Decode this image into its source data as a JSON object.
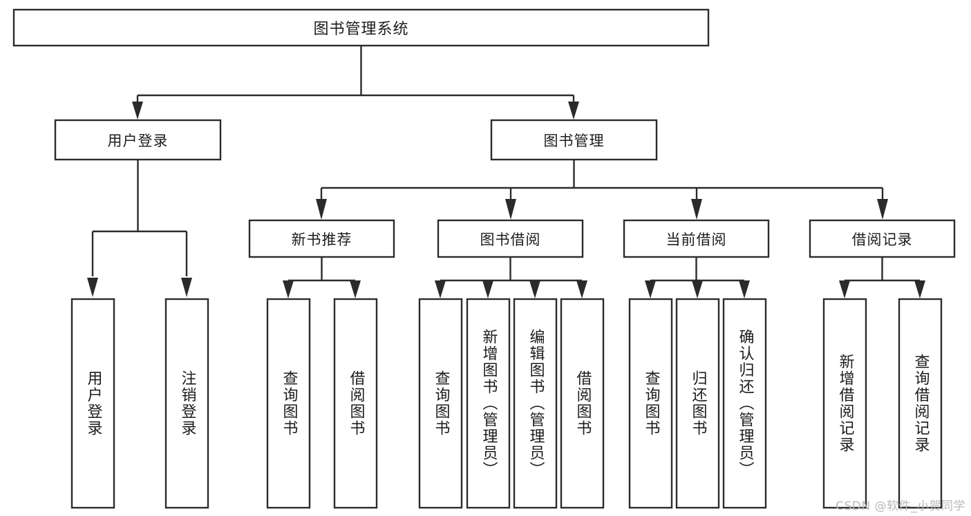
{
  "diagram": {
    "type": "tree-hierarchy",
    "title": "图书管理系统",
    "orientation": "top-down",
    "root": {
      "id": "root",
      "label": "图书管理系统"
    },
    "level2": [
      {
        "id": "user-login",
        "label": "用户登录"
      },
      {
        "id": "book-manage",
        "label": "图书管理"
      }
    ],
    "level3": [
      {
        "id": "new-book-recommend",
        "label": "新书推荐",
        "parent": "book-manage"
      },
      {
        "id": "book-borrow",
        "label": "图书借阅",
        "parent": "book-manage"
      },
      {
        "id": "current-borrow",
        "label": "当前借阅",
        "parent": "book-manage"
      },
      {
        "id": "borrow-record",
        "label": "借阅记录",
        "parent": "book-manage"
      }
    ],
    "leaves": {
      "user-login": [
        {
          "id": "leaf-user-login",
          "label": "用户登录"
        },
        {
          "id": "leaf-user-logout",
          "label": "注销登录"
        }
      ],
      "new-book-recommend": [
        {
          "id": "leaf-query-book-1",
          "label": "查询图书"
        },
        {
          "id": "leaf-borrow-book-1",
          "label": "借阅图书"
        }
      ],
      "book-borrow": [
        {
          "id": "leaf-query-book-2",
          "label": "查询图书"
        },
        {
          "id": "leaf-add-book",
          "label": "新增图书（管理员）"
        },
        {
          "id": "leaf-edit-book",
          "label": "编辑图书（管理员）"
        },
        {
          "id": "leaf-borrow-book-2",
          "label": "借阅图书"
        }
      ],
      "current-borrow": [
        {
          "id": "leaf-query-book-3",
          "label": "查询图书"
        },
        {
          "id": "leaf-return-book",
          "label": "归还图书"
        },
        {
          "id": "leaf-confirm-return",
          "label": "确认归还（管理员）"
        }
      ],
      "borrow-record": [
        {
          "id": "leaf-add-borrow-record",
          "label": "新增借阅记录"
        },
        {
          "id": "leaf-query-borrow-record",
          "label": "查询借阅记录"
        }
      ]
    },
    "colors": {
      "stroke": "#2b2b2b",
      "fill": "#ffffff",
      "text": "#1c1c1c",
      "watermark": "#b9b9b9",
      "background": "#ffffff"
    }
  },
  "watermark": {
    "text": "CSDN @软件_小贺同学"
  }
}
